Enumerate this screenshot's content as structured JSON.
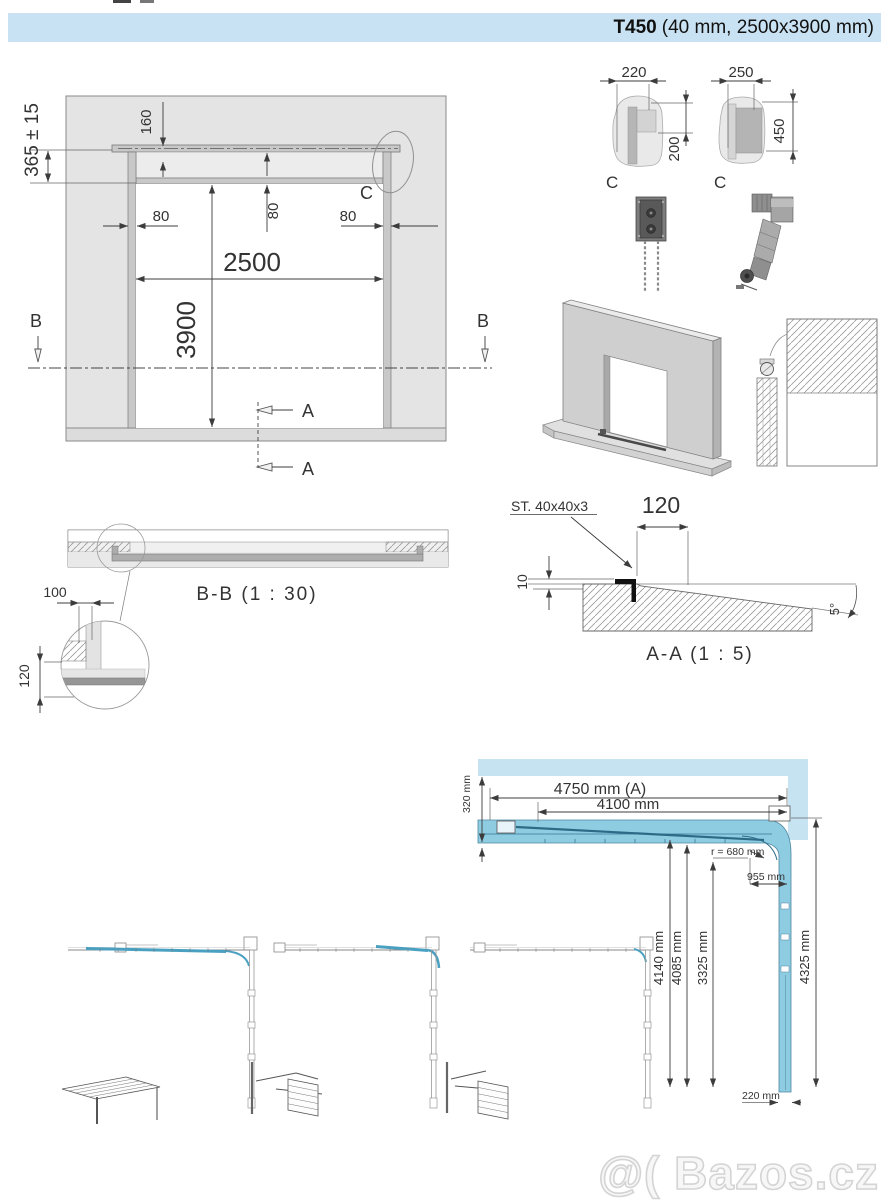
{
  "header": {
    "model": "T450",
    "specs": "(40 mm, 2500x3900 mm)"
  },
  "front_view": {
    "dim_headroom": "365 ± 15",
    "dim_160": "160",
    "dim_80_left": "80",
    "dim_80_center": "80",
    "dim_80_right": "80",
    "dim_width": "2500",
    "dim_height": "3900",
    "marker_b_left": "B",
    "marker_b_right": "B",
    "marker_a_top": "A",
    "marker_a_bottom": "A",
    "detail_label": "C"
  },
  "details": {
    "left": {
      "dim_width": "220",
      "dim_height": "200",
      "label": "C"
    },
    "right": {
      "dim_width": "250",
      "dim_height": "450",
      "label": "C"
    }
  },
  "section_bb": {
    "title": "B-B  (1 : 30)",
    "dim_100": "100",
    "dim_120": "120"
  },
  "section_aa": {
    "title": "A-A  (1 : 5)",
    "steel": "ST. 40x40x3",
    "dim_120": "120",
    "dim_10": "10",
    "dim_angle": "5°"
  },
  "track": {
    "dim_total": "4750 mm (A)",
    "dim_rail": "4100 mm",
    "dim_headroom": "320 mm",
    "dim_radius": "r = 680 mm",
    "dim_955": "955 mm",
    "dim_4140": "4140 mm",
    "dim_4085": "4085 mm",
    "dim_3325": "3325 mm",
    "dim_4325": "4325 mm",
    "dim_220": "220 mm"
  },
  "watermark": {
    "text": "@( Bazos.cz"
  },
  "colors": {
    "header_bg": "#c9e2f3",
    "wall_gray": "#e4e4e4",
    "frame_gray": "#c8c8c8",
    "track_blue": "#8ecce2",
    "ceiling_blue": "#c6e3f2",
    "panel_blue": "#2c6a86",
    "thumb_blue": "#4aa0c0",
    "dim_line": "#3c3c3c",
    "watermark_gray": "#d4d4d4"
  }
}
